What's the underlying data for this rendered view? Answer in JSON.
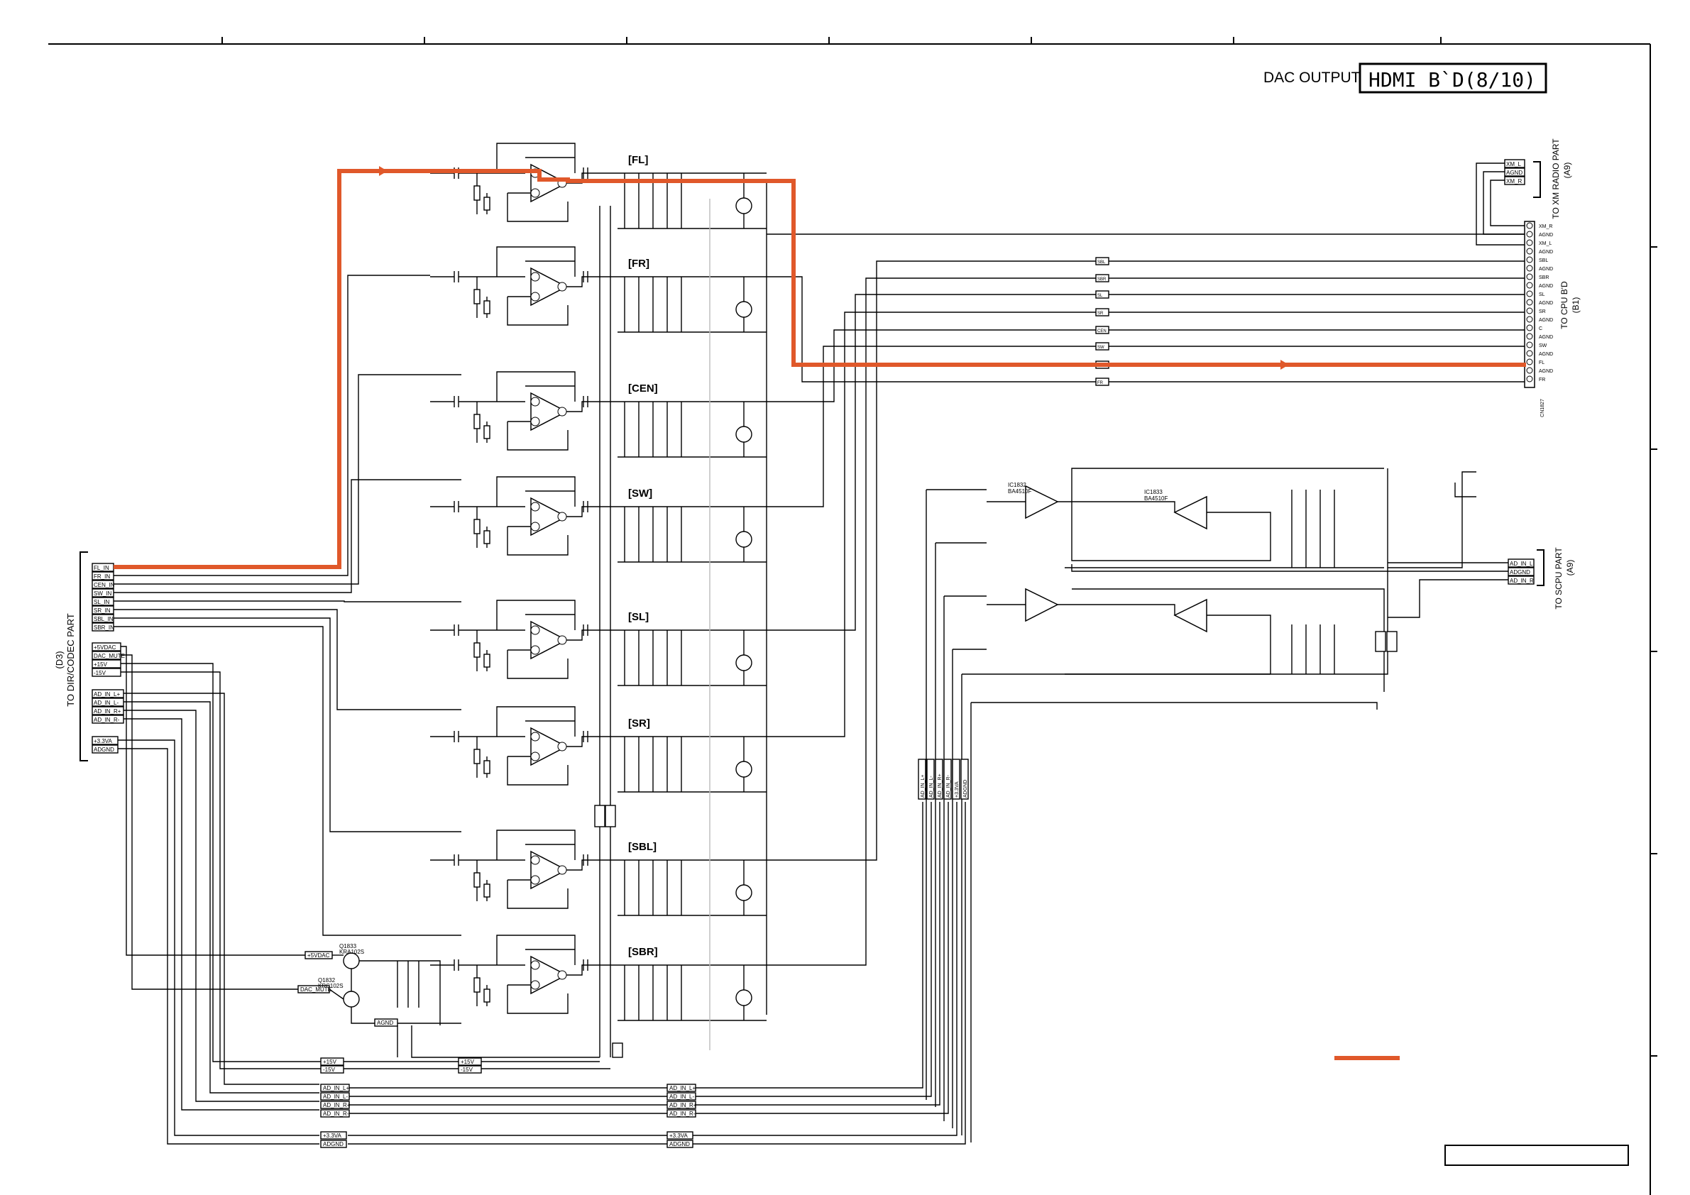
{
  "header": {
    "section_label": "DAC OUTPUT",
    "board_title": "HDMI B`D(8/10)"
  },
  "channels": [
    {
      "label": "[FL]"
    },
    {
      "label": "[FR]"
    },
    {
      "label": "[CEN]"
    },
    {
      "label": "[SW]"
    },
    {
      "label": "[SL]"
    },
    {
      "label": "[SR]"
    },
    {
      "label": "[SBL]"
    },
    {
      "label": "[SBR]"
    }
  ],
  "left_connector": {
    "caption_line1": "(D3)",
    "caption_line2": "TO DIR/CODEC PART",
    "pins_top": [
      "FL_IN",
      "FR_IN",
      "CEN_IN",
      "SW_IN",
      "SL_IN",
      "SR_IN",
      "SBL_IN",
      "SBR_IN"
    ],
    "pins_mid": [
      "+5VDAC",
      "DAC_MUTE",
      "+15V",
      "-15V"
    ],
    "pins_ad": [
      "AD_IN_L+",
      "AD_IN_L-",
      "AD_IN_R+",
      "AD_IN_R-"
    ],
    "pins_bot": [
      "+3.3VA",
      "ADGND"
    ]
  },
  "right_top_connector": {
    "caption_line1": "TO XM RADIO PART",
    "caption_line2": "(A9)",
    "pins": [
      "XM_L",
      "AGND",
      "XM_R"
    ]
  },
  "cpu_connector": {
    "caption_line1": "TO CPU B'D",
    "caption_line2": "(B1)",
    "ref": "CN1827",
    "pins": [
      "XM_R",
      "AGND",
      "XM_L",
      "AGND",
      "SBL",
      "AGND",
      "SBR",
      "AGND",
      "SL",
      "AGND",
      "SR",
      "AGND",
      "C",
      "AGND",
      "SW",
      "AGND",
      "FL",
      "AGND",
      "FR"
    ]
  },
  "bus_tags": [
    "SBL",
    "SBR",
    "SL",
    "SR",
    "CEN",
    "SW",
    "FL",
    "FR"
  ],
  "scpu_connector": {
    "caption_line1": "TO SCPU PART",
    "caption_line2": "(A9)",
    "pins": [
      "AD_IN_L",
      "ADGND",
      "AD_IN_R"
    ]
  },
  "bottom_bus": {
    "power": [
      "+15V",
      "-15V"
    ],
    "ad": [
      "AD_IN_L+",
      "AD_IN_L-",
      "AD_IN_R+",
      "AD_IN_R-"
    ],
    "rails": [
      "+3.3VA",
      "ADGND"
    ]
  },
  "vertical_tags": [
    "AD_IN_L+",
    "AD_IN_L-",
    "AD_IN_R+",
    "AD_IN_R-",
    "+3.3VA",
    "ADGND"
  ],
  "mute_section": {
    "q1": "Q1833",
    "q1_part": "KRA102S",
    "q2": "Q1832",
    "q2_part": "KRC102S",
    "tag_5v": "+5VDAC",
    "tag_mute": "DAC_MUTE",
    "tag_agnd": "AGND"
  },
  "ad_section": {
    "ic1": "IC1832",
    "ic1_part": "BA4510F",
    "ic2": "IC1833",
    "ic2_part": "BA4510F"
  },
  "colors": {
    "signal_highlight": "#e0582a",
    "line": "#000000"
  }
}
